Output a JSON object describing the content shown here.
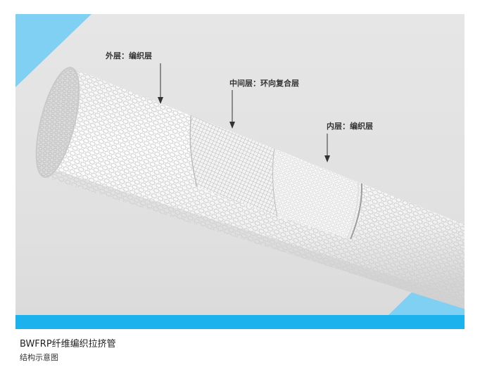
{
  "diagram": {
    "labels": {
      "outer": "外层：编织层",
      "middle": "中间层：环向复合层",
      "inner": "内层：编织层"
    },
    "colors": {
      "accent": "#1cb2ee",
      "accent_light": "#7fd0f3",
      "background": "#e3e3e3"
    }
  },
  "caption": {
    "title": "BWFRP纤维编织拉挤管",
    "subtitle": "结构示意图"
  }
}
